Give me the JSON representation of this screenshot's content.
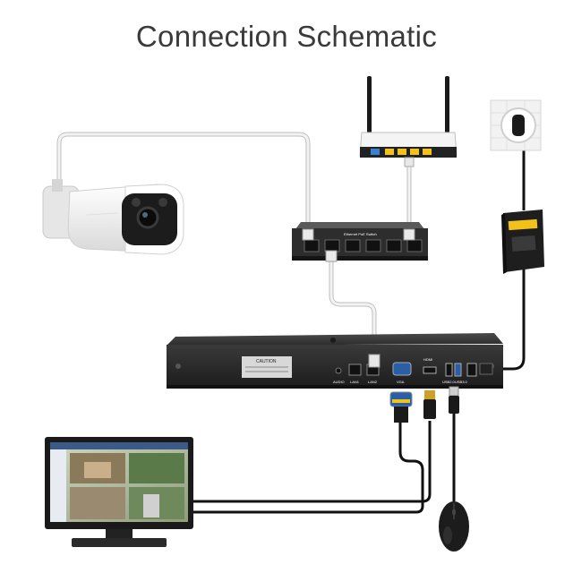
{
  "title": "Connection Schematic",
  "nvr": {
    "caution_label": "CAUTION",
    "ports": [
      "AUDIO",
      "LAN1",
      "LAN2",
      "VGA",
      "HDMI",
      "USB2.0",
      "USB3.0"
    ]
  },
  "switch": {
    "panel_label": "Ethernet PoE Switch"
  },
  "colors": {
    "cable_white": "#eeeeee",
    "cable_black": "#111111",
    "device_dark": "#2a2a2a",
    "router_yellow": "#f2c21a"
  }
}
